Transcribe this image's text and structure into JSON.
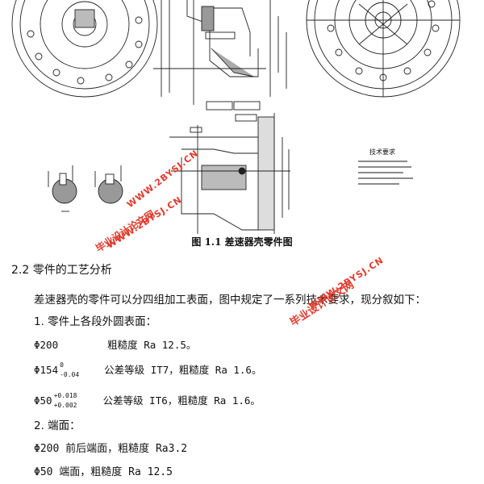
{
  "figure": {
    "caption": "图 1.1 差速器壳零件图",
    "drawing_labels": {
      "tech_requirements_title": "技术要求"
    }
  },
  "watermark": {
    "cn_text": "毕业设计论文网",
    "url_text": "WWW.2BYSJ.CN",
    "color": "#e23b2e"
  },
  "section": {
    "heading": "2.2 零件的工艺分析",
    "intro": "差速器壳的零件可以分四组加工表面，图中规定了一系列技术要求，现分叙如下：",
    "item1_title": "1. 零件上各段外圆表面：",
    "rows": [
      {
        "dim": "Φ200",
        "desc": "粗糙度 Ra 12.5。"
      },
      {
        "dim": "Φ154",
        "tol_up": "0",
        "tol_down": "-0.04",
        "desc": "公差等级 IT7，粗糙度 Ra 1.6。"
      },
      {
        "dim": "Φ50",
        "tol_up": "+0.018",
        "tol_down": "+0.002",
        "desc": "公差等级 IT6，粗糙度 Ra 1.6。"
      }
    ],
    "item2_title": "2. 端面：",
    "end_faces": [
      "Φ200 前后端面，粗糙度 Ra3.2",
      "Φ50 端面，粗糙度 Ra 12.5"
    ]
  }
}
